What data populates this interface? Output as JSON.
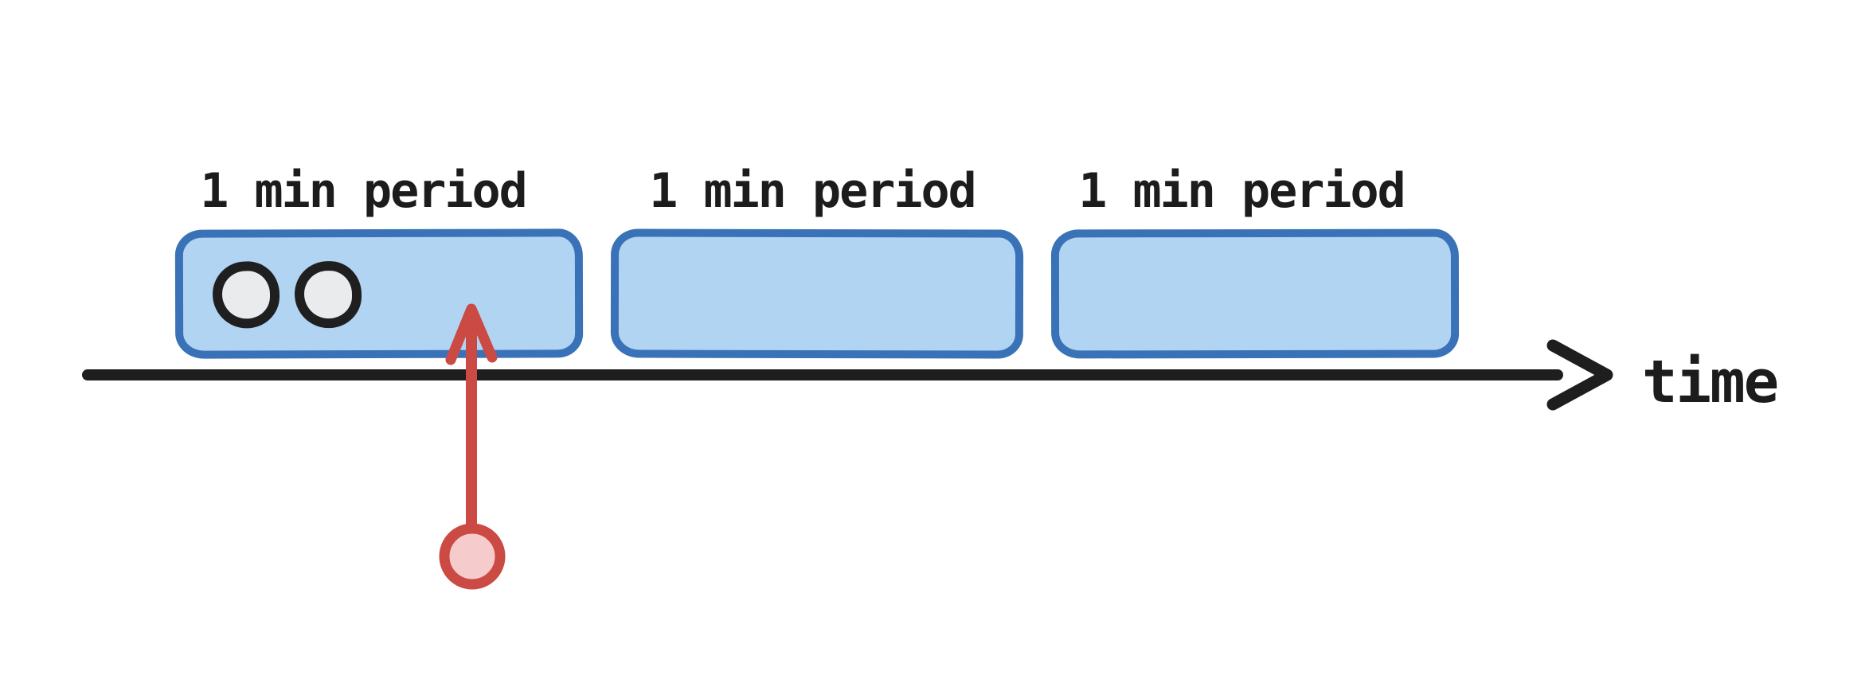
{
  "diagram": {
    "type": "timeline",
    "axis_label": "time",
    "periods": [
      {
        "label": "1 min period",
        "event_count": 2
      },
      {
        "label": "1 min period",
        "event_count": 0
      },
      {
        "label": "1 min period",
        "event_count": 0
      }
    ],
    "pointer_target_period_index": 0
  },
  "colors": {
    "background": "#ffffff",
    "box_fill": "#b1d4f3",
    "box_stroke": "#3a72b8",
    "event_dot_fill": "#e9ebec",
    "event_dot_stroke": "#1f1f1f",
    "axis_color": "#1e1e1e",
    "text_color": "#1c1c1c",
    "pointer_color": "#cb4a44",
    "pointer_dot_fill": "#f5cbcc"
  }
}
